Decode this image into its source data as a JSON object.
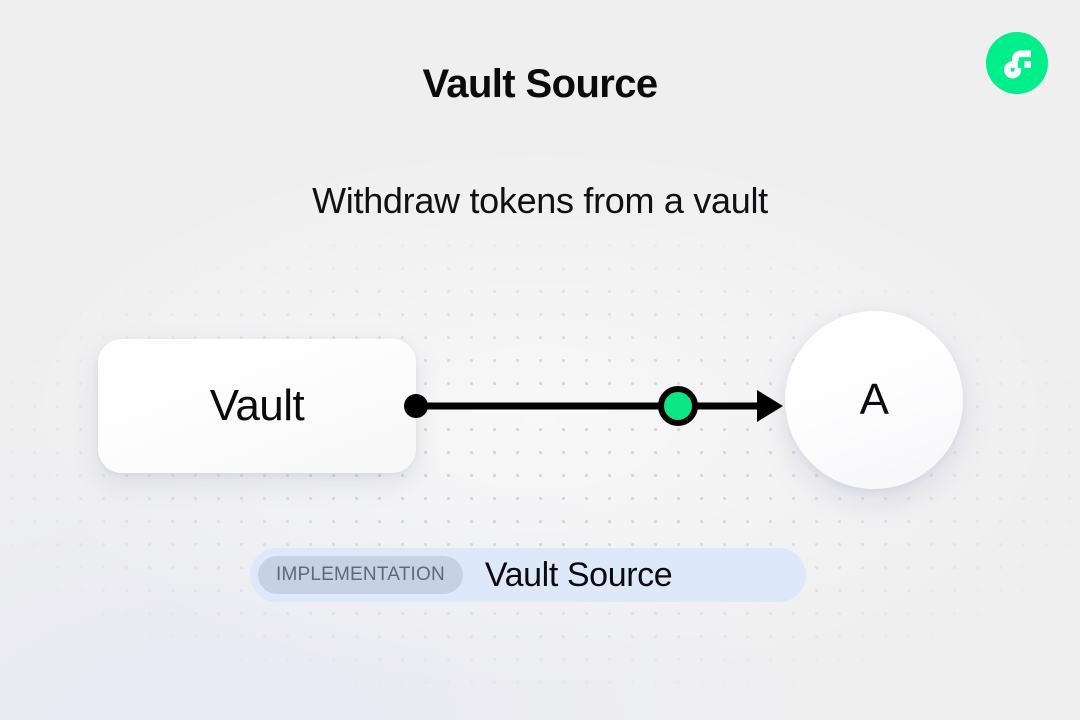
{
  "header": {
    "title": "Vault Source",
    "subtitle": "Withdraw tokens from a vault"
  },
  "brand": {
    "logo_icon": "flow-logo-icon",
    "logo_color": "#00ef8b",
    "logo_mark_color": "#ffffff"
  },
  "diagram": {
    "source_node": {
      "label": "Vault",
      "shape": "rounded-rect"
    },
    "target_node": {
      "label": "A",
      "shape": "circle"
    },
    "edge": {
      "start_handle_icon": "connection-dot-icon",
      "start_handle_color": "#000000",
      "midpoint_handle_icon": "connection-dot-icon",
      "midpoint_handle_color": "#0be881",
      "arrow_icon": "arrow-right-icon",
      "line_color": "#000000",
      "direction": "left-to-right"
    }
  },
  "implementation": {
    "badge_label": "IMPLEMENTATION",
    "name": "Vault Source",
    "badge_bg": "#c6d1e2",
    "container_bg": "#dee8fb"
  },
  "background": {
    "base_color": "#efeff0",
    "dot_color": "#d6d6d8"
  }
}
